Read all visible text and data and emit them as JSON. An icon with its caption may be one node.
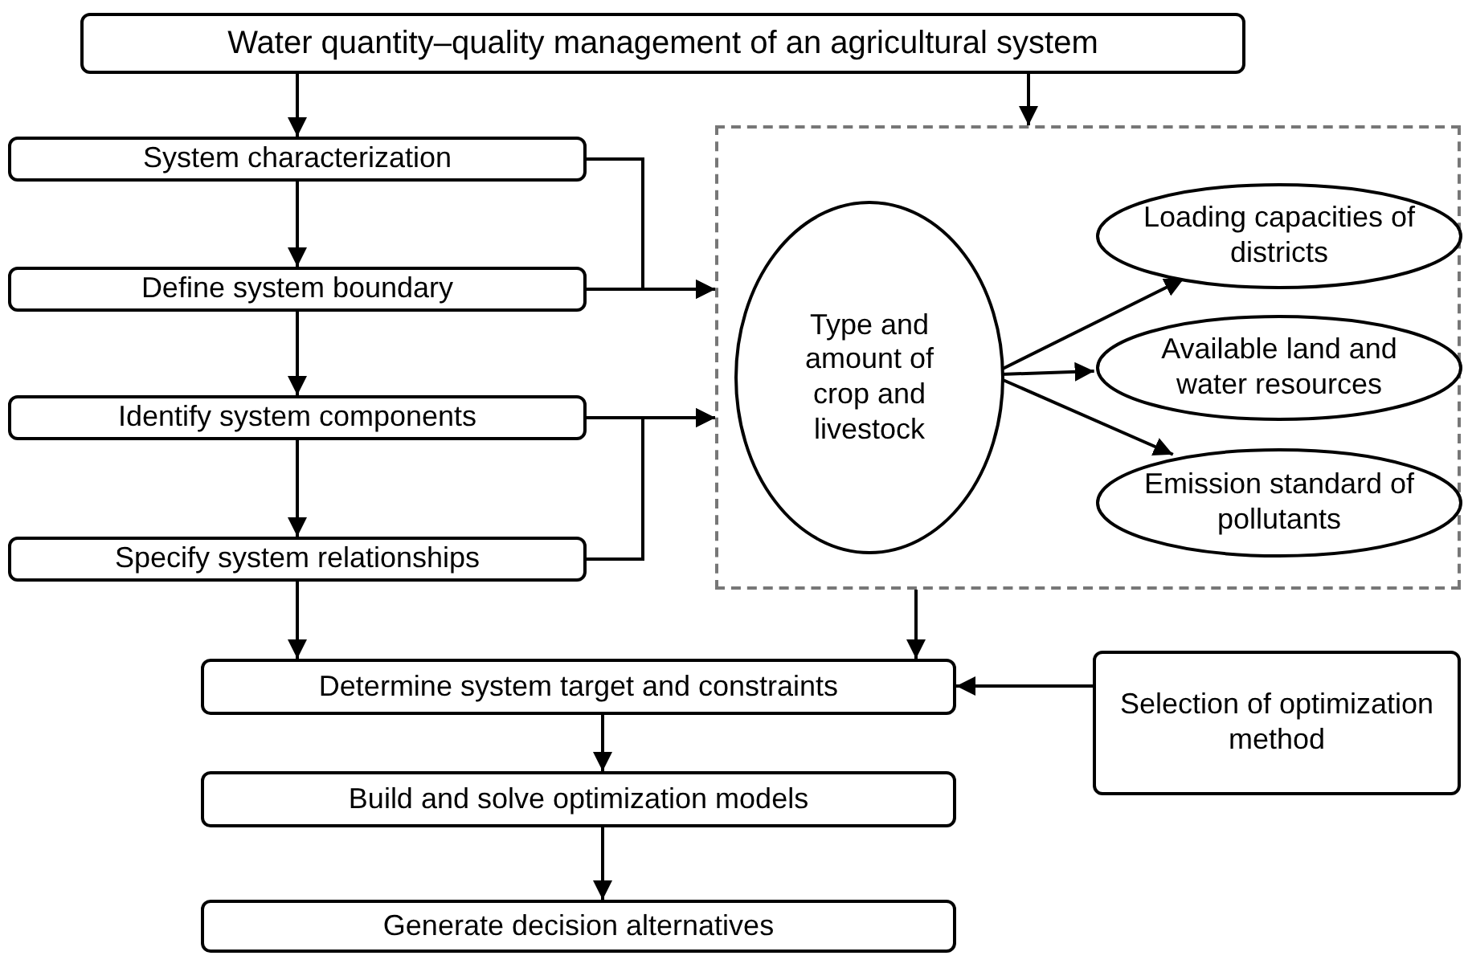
{
  "diagram": {
    "nodes": [
      {
        "text": [
          "Water quantity–quality management  of an agricultural system"
        ]
      },
      {
        "text": [
          "System characterization"
        ]
      },
      {
        "text": [
          "Define system boundary"
        ]
      },
      {
        "text": [
          "Identify system components"
        ]
      },
      {
        "text": [
          "Specify system relationships"
        ]
      },
      {
        "text": [],
        "shape": "box"
      },
      {
        "text": [
          "Type and amount of crop and livestock"
        ],
        "in": 5
      },
      {
        "text": [
          "Loading capacities of districts"
        ],
        "in": 5
      },
      {
        "text": [
          "Available land and water resources"
        ],
        "in": 5
      },
      {
        "text": [
          "Emission standard of pollutants"
        ],
        "in": 5
      },
      {
        "text": [
          "Determine system target and constraints"
        ]
      },
      {
        "text": [
          "Selection of optimization method"
        ]
      },
      {
        "text": [
          "Build and solve optimization models"
        ]
      },
      {
        "text": [
          "Generate decision alternatives"
        ]
      }
    ],
    "edges": [
      {
        "from": 0,
        "to": 1,
        "arrow": "to"
      },
      {
        "from": 0,
        "to": 5,
        "arrow": "to"
      },
      {
        "from": 1,
        "to": 2,
        "arrow": "to"
      },
      {
        "from": 2,
        "to": 3,
        "arrow": "to"
      },
      {
        "from": 3,
        "to": 4,
        "arrow": "to"
      },
      {
        "from": 1,
        "to": 5,
        "arrow": "to"
      },
      {
        "from": 2,
        "to": 5,
        "arrow": "to"
      },
      {
        "from": 3,
        "to": 5,
        "arrow": "to"
      },
      {
        "from": 4,
        "to": 5,
        "arrow": "to"
      },
      {
        "from": 6,
        "to": 7,
        "arrow": "to"
      },
      {
        "from": 6,
        "to": 8,
        "arrow": "to"
      },
      {
        "from": 6,
        "to": 9,
        "arrow": "to"
      },
      {
        "from": 4,
        "to": 10,
        "arrow": "to"
      },
      {
        "from": 5,
        "to": 10,
        "arrow": "to"
      },
      {
        "from": 11,
        "to": 10,
        "arrow": "to"
      },
      {
        "from": 10,
        "to": 12,
        "arrow": "to"
      },
      {
        "from": 12,
        "to": 13,
        "arrow": "to"
      }
    ]
  }
}
